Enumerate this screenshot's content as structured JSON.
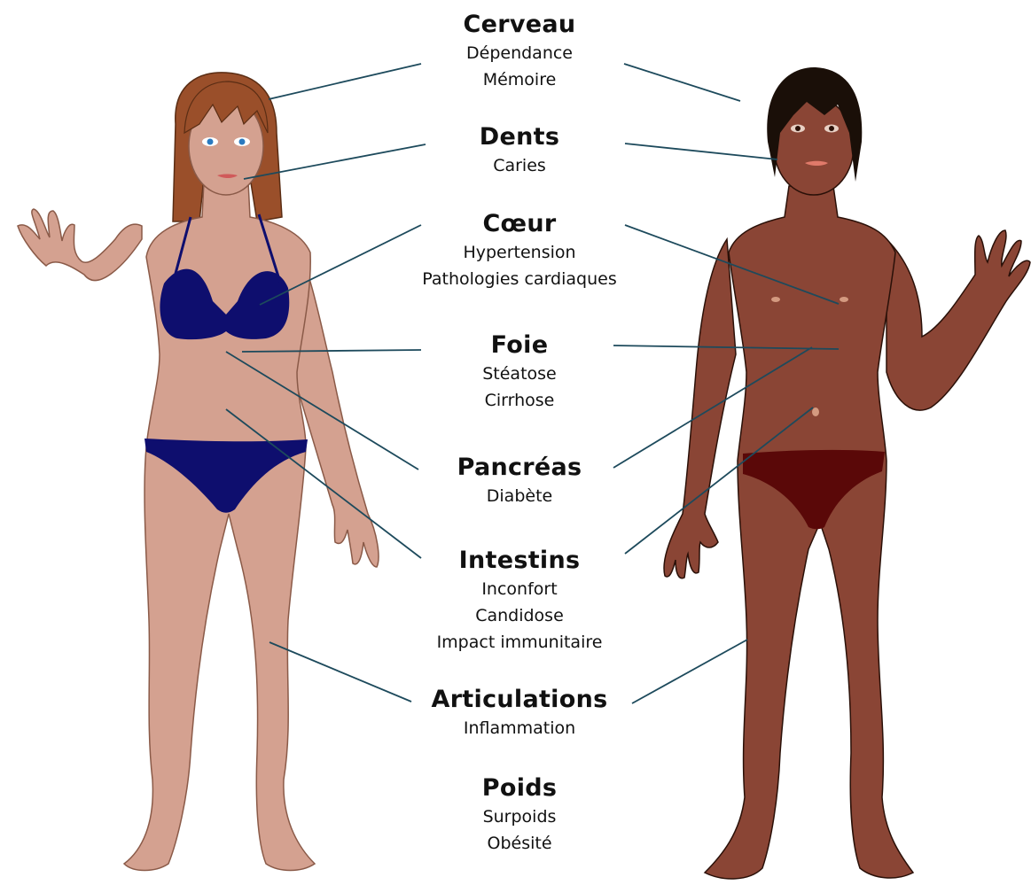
{
  "colors": {
    "connector": "#1d4a5c",
    "female_skin": "#d4a190",
    "female_hair": "#9a4f2a",
    "female_bikini": "#0e0e6e",
    "male_skin": "#8a4535",
    "male_hair": "#1a0f08",
    "male_briefs": "#5a0808"
  },
  "organs": [
    {
      "title": "Cerveau",
      "lines": [
        "Dépendance",
        "Mémoire"
      ]
    },
    {
      "title": "Dents",
      "lines": [
        "Caries"
      ]
    },
    {
      "title": "Cœur",
      "lines": [
        "Hypertension",
        "Pathologies cardiaques"
      ]
    },
    {
      "title": "Foie",
      "lines": [
        "Stéatose",
        "Cirrhose"
      ]
    },
    {
      "title": "Pancréas",
      "lines": [
        "Diabète"
      ]
    },
    {
      "title": "Intestins",
      "lines": [
        "Inconfort",
        "Candidose",
        "Impact immunitaire"
      ]
    },
    {
      "title": "Articulations",
      "lines": [
        "Inflammation"
      ]
    },
    {
      "title": "Poids",
      "lines": [
        "Surpoids",
        "Obésité"
      ]
    }
  ]
}
